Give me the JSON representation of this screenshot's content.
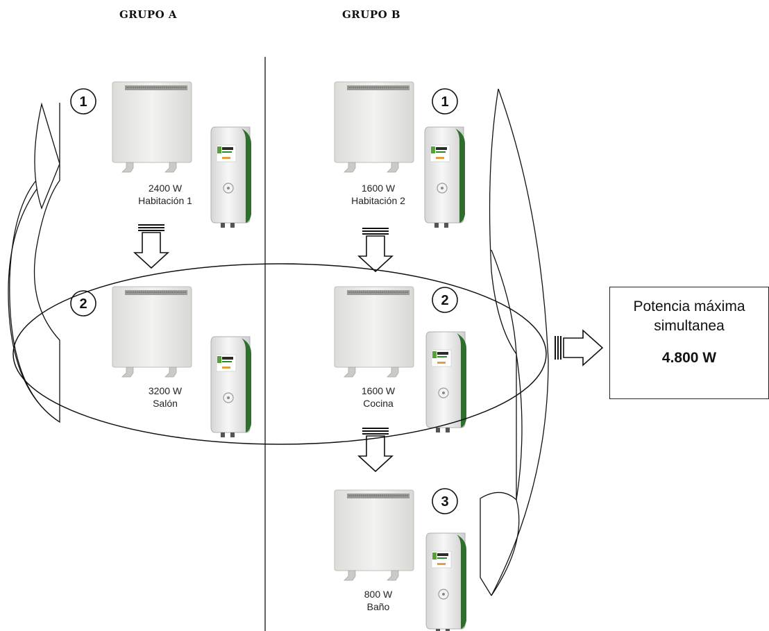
{
  "groups": {
    "a": "GRUPO A",
    "b": "GRUPO B"
  },
  "devices": [
    {
      "group": "A",
      "step": "1",
      "power": "2400 W",
      "room": "Habitación 1"
    },
    {
      "group": "A",
      "step": "2",
      "power": "3200 W",
      "room": "Salón"
    },
    {
      "group": "B",
      "step": "1",
      "power": "1600 W",
      "room": "Habitación 2"
    },
    {
      "group": "B",
      "step": "2",
      "power": "1600 W",
      "room": "Cocina"
    },
    {
      "group": "B",
      "step": "3",
      "power": "800 W",
      "room": "Baño"
    }
  ],
  "result": {
    "line1": "Potencia máxima",
    "line2": "simultanea",
    "value": "4.800 W"
  },
  "colors": {
    "heater_body": "#ececea",
    "controller_green": "#2f6e2f",
    "stroke": "#111111"
  }
}
